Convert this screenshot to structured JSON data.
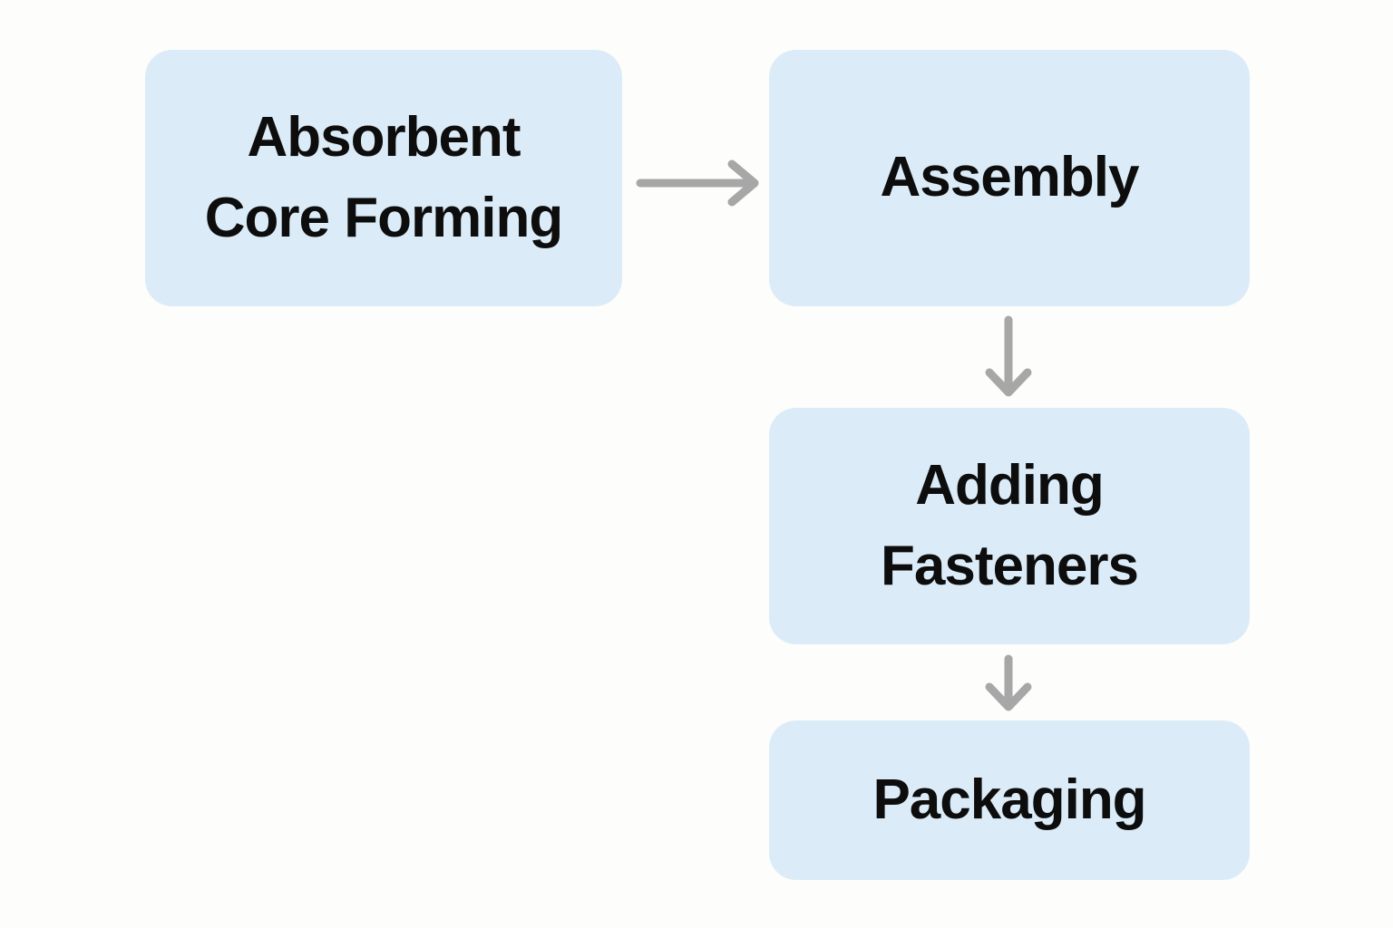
{
  "diagram": {
    "type": "flowchart",
    "nodes": [
      {
        "id": "absorbent-core-forming",
        "label": "Absorbent Core Forming"
      },
      {
        "id": "assembly",
        "label": "Assembly"
      },
      {
        "id": "adding-fasteners",
        "label": "Adding Fasteners"
      },
      {
        "id": "packaging",
        "label": "Packaging"
      }
    ],
    "edges": [
      {
        "from": "Absorbent Core Forming",
        "to": "Assembly",
        "direction": "right"
      },
      {
        "from": "Assembly",
        "to": "Adding Fasteners",
        "direction": "down"
      },
      {
        "from": "Adding Fasteners",
        "to": "Packaging",
        "direction": "down"
      }
    ],
    "colors": {
      "node_fill": "#dbecf8",
      "node_text": "#0d0d0d",
      "arrow": "#a7a7a7",
      "background": "#fdfdfb"
    }
  }
}
